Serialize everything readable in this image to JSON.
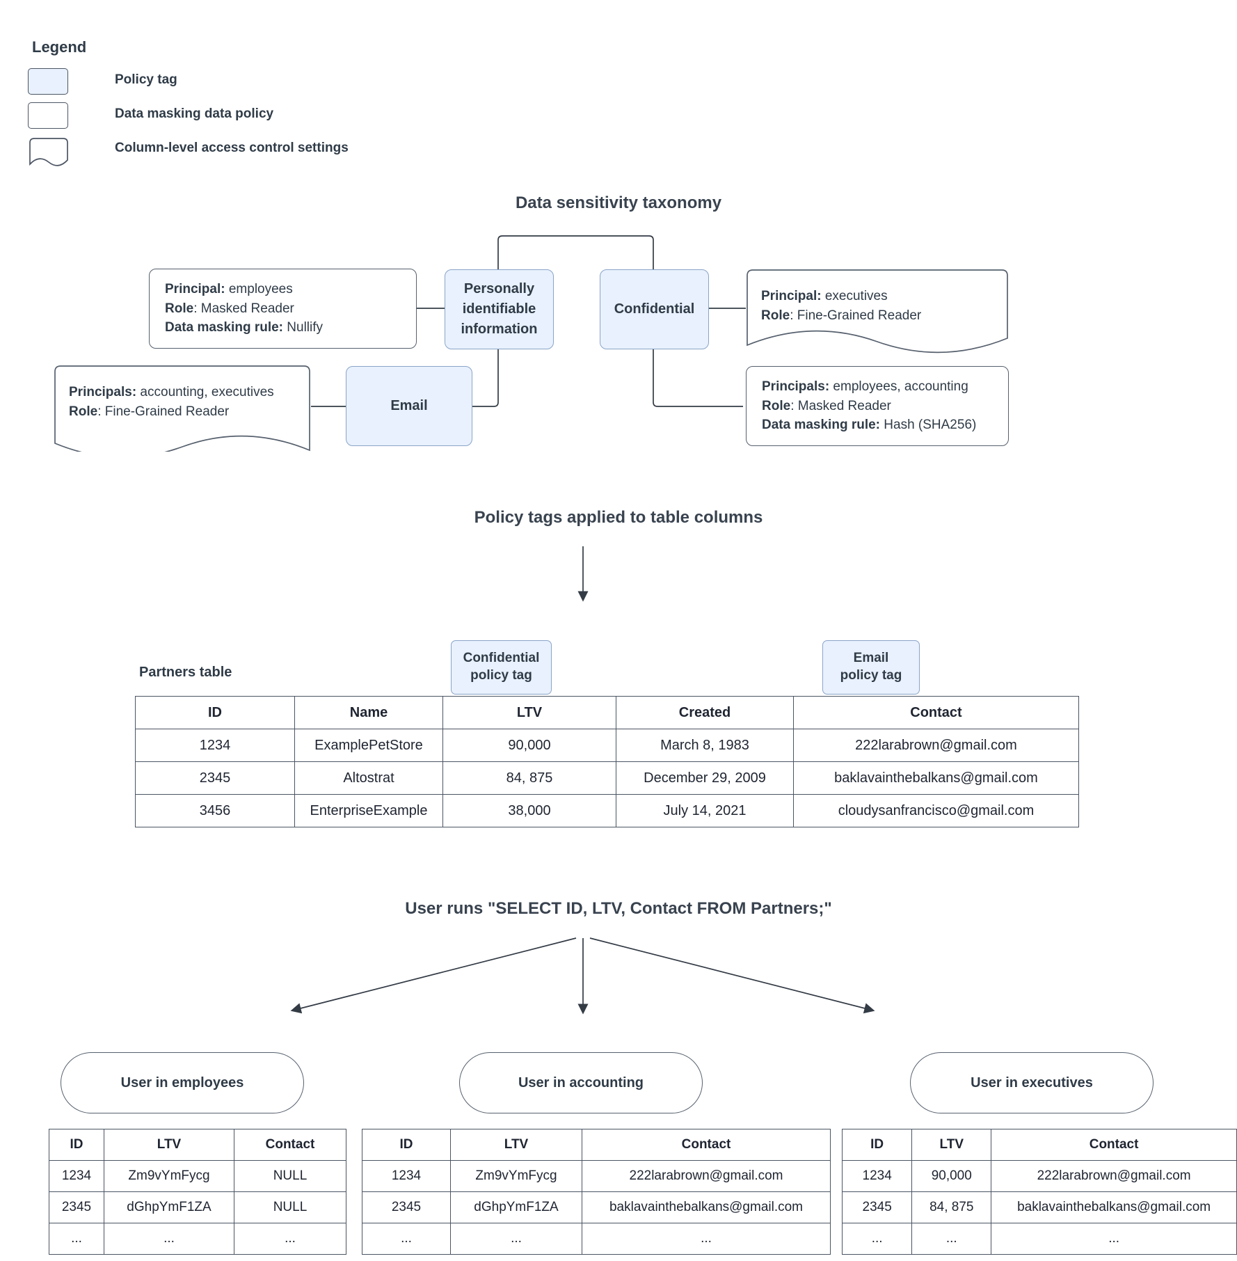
{
  "legend": {
    "title": "Legend",
    "items": [
      {
        "swatch": "policy-tag-swatch",
        "label": "Policy tag"
      },
      {
        "swatch": "data-masking-swatch",
        "label": "Data masking data policy"
      },
      {
        "swatch": "column-access-swatch",
        "label": "Column-level access control settings"
      }
    ]
  },
  "sections": {
    "taxonomy_title": "Data sensitivity taxonomy",
    "applied_title": "Policy tags applied to table columns",
    "query_title": "User runs \"SELECT ID, LTV, Contact FROM Partners;\""
  },
  "taxonomy": {
    "pii": {
      "label": "Personally identifiable information"
    },
    "confidential": {
      "label": "Confidential"
    },
    "email": {
      "label": "Email"
    },
    "pii_masking": {
      "principal_key": "Principal:",
      "principal_value": " employees",
      "role_key": "Role",
      "role_value": ": Masked Reader",
      "rule_key": "Data masking rule:",
      "rule_value": " Nullify"
    },
    "email_access": {
      "principal_key": "Principals:",
      "principal_value": " accounting, executives",
      "role_key": "Role",
      "role_value": ": Fine-Grained Reader"
    },
    "confidential_access": {
      "principal_key": "Principal:",
      "principal_value": " executives",
      "role_key": "Role",
      "role_value": ": Fine-Grained Reader"
    },
    "confidential_masking": {
      "principal_key": "Principals:",
      "principal_value": " employees, accounting",
      "role_key": "Role",
      "role_value": ": Masked Reader",
      "rule_key": "Data masking rule:",
      "rule_value": " Hash (SHA256)"
    }
  },
  "partners": {
    "label": "Partners table",
    "tags": [
      {
        "name": "confidential-policy-tag",
        "line1": "Confidential",
        "line2": "policy tag"
      },
      {
        "name": "email-policy-tag",
        "line1": "Email",
        "line2": "policy tag"
      }
    ],
    "columns": [
      "ID",
      "Name",
      "LTV",
      "Created",
      "Contact"
    ],
    "rows": [
      [
        "1234",
        "ExamplePetStore",
        "90,000",
        "March 8, 1983",
        "222larabrown@gmail.com"
      ],
      [
        "2345",
        "Altostrat",
        "84, 875",
        "December 29, 2009",
        "baklavainthebalkans@gmail.com"
      ],
      [
        "3456",
        "EnterpriseExample",
        "38,000",
        "July 14, 2021",
        "cloudysanfrancisco@gmail.com"
      ]
    ]
  },
  "results": [
    {
      "persona": "User in employees",
      "columns": [
        "ID",
        "LTV",
        "Contact"
      ],
      "rows": [
        [
          "1234",
          "Zm9vYmFycg",
          "NULL"
        ],
        [
          "2345",
          "dGhpYmF1ZA",
          "NULL"
        ],
        [
          "...",
          "...",
          "..."
        ]
      ]
    },
    {
      "persona": "User in accounting",
      "columns": [
        "ID",
        "LTV",
        "Contact"
      ],
      "rows": [
        [
          "1234",
          "Zm9vYmFycg",
          "222larabrown@gmail.com"
        ],
        [
          "2345",
          "dGhpYmF1ZA",
          "baklavainthebalkans@gmail.com"
        ],
        [
          "...",
          "...",
          "..."
        ]
      ]
    },
    {
      "persona": "User in executives",
      "columns": [
        "ID",
        "LTV",
        "Contact"
      ],
      "rows": [
        [
          "1234",
          "90,000",
          "222larabrown@gmail.com"
        ],
        [
          "2345",
          "84, 875",
          "baklavainthebalkans@gmail.com"
        ],
        [
          "...",
          "...",
          "..."
        ]
      ]
    }
  ],
  "colors": {
    "policy_tag_fill": "#e8f1fd",
    "policy_tag_stroke": "#8aa4c8",
    "box_stroke": "#56606d",
    "text": "#2f3b47",
    "connector": "#333b45"
  }
}
